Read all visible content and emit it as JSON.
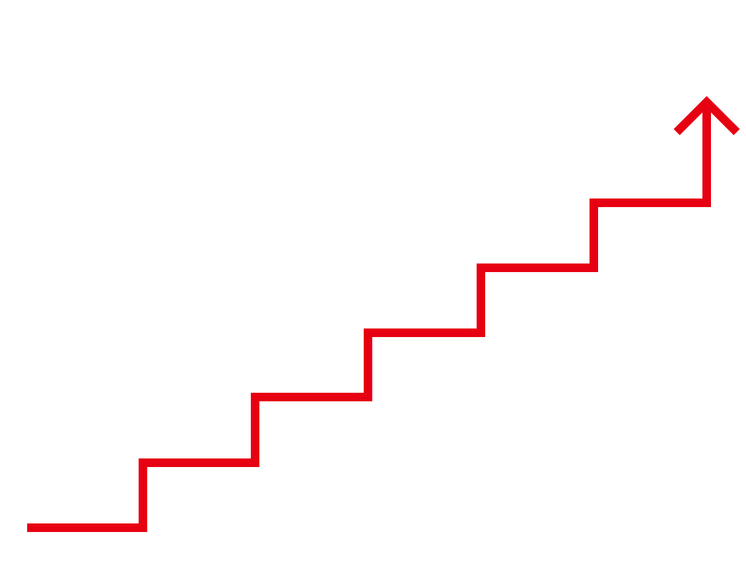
{
  "diagram": {
    "type": "staircase-arrow",
    "steps": 6,
    "arrow_direction": "up",
    "colors": {
      "line": "#e60012",
      "background": "#ffffff"
    }
  }
}
